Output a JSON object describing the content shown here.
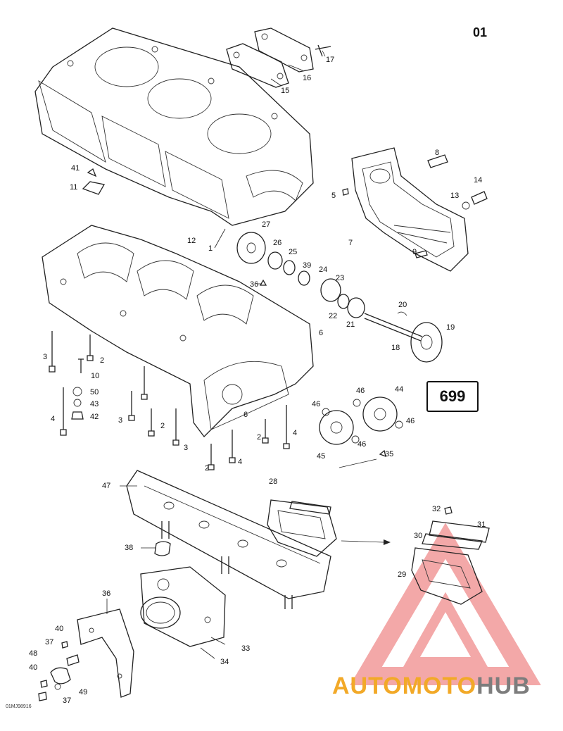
{
  "page_number": "01",
  "box_label": "699",
  "drawing_code": "01MJ98916",
  "watermark": {
    "part1": "AUTO",
    "part2": "MOTO",
    "part3": "HUB",
    "color_main": "#f2a928",
    "color_grey": "#7d7d7d",
    "triangle_color": "#f08c8c"
  },
  "callouts": [
    {
      "id": "c1",
      "text": "1"
    },
    {
      "id": "c2a",
      "text": "2"
    },
    {
      "id": "c2b",
      "text": "2"
    },
    {
      "id": "c2c",
      "text": "2"
    },
    {
      "id": "c2d",
      "text": "2"
    },
    {
      "id": "c3a",
      "text": "3"
    },
    {
      "id": "c3b",
      "text": "3"
    },
    {
      "id": "c3c",
      "text": "3"
    },
    {
      "id": "c4a",
      "text": "4"
    },
    {
      "id": "c4b",
      "text": "4"
    },
    {
      "id": "c4c",
      "text": "4"
    },
    {
      "id": "c5",
      "text": "5"
    },
    {
      "id": "c6a",
      "text": "6"
    },
    {
      "id": "c6b",
      "text": "6"
    },
    {
      "id": "c7",
      "text": "7"
    },
    {
      "id": "c8",
      "text": "8"
    },
    {
      "id": "c9",
      "text": "9"
    },
    {
      "id": "c10",
      "text": "10"
    },
    {
      "id": "c11",
      "text": "11"
    },
    {
      "id": "c12",
      "text": "12"
    },
    {
      "id": "c13",
      "text": "13"
    },
    {
      "id": "c14",
      "text": "14"
    },
    {
      "id": "c15",
      "text": "15"
    },
    {
      "id": "c16",
      "text": "16"
    },
    {
      "id": "c17",
      "text": "17"
    },
    {
      "id": "c18",
      "text": "18"
    },
    {
      "id": "c19",
      "text": "19"
    },
    {
      "id": "c20",
      "text": "20"
    },
    {
      "id": "c21",
      "text": "21"
    },
    {
      "id": "c22",
      "text": "22"
    },
    {
      "id": "c23",
      "text": "23"
    },
    {
      "id": "c24",
      "text": "24"
    },
    {
      "id": "c25",
      "text": "25"
    },
    {
      "id": "c26",
      "text": "26"
    },
    {
      "id": "c27",
      "text": "27"
    },
    {
      "id": "c28",
      "text": "28"
    },
    {
      "id": "c29",
      "text": "29"
    },
    {
      "id": "c30",
      "text": "30"
    },
    {
      "id": "c31",
      "text": "31"
    },
    {
      "id": "c32",
      "text": "32"
    },
    {
      "id": "c33",
      "text": "33"
    },
    {
      "id": "c34",
      "text": "34"
    },
    {
      "id": "c35",
      "text": "35"
    },
    {
      "id": "c36a",
      "text": "36"
    },
    {
      "id": "c36b",
      "text": "36"
    },
    {
      "id": "c37a",
      "text": "37"
    },
    {
      "id": "c37b",
      "text": "37"
    },
    {
      "id": "c38",
      "text": "38"
    },
    {
      "id": "c39",
      "text": "39"
    },
    {
      "id": "c40a",
      "text": "40"
    },
    {
      "id": "c40b",
      "text": "40"
    },
    {
      "id": "c41",
      "text": "41"
    },
    {
      "id": "c42",
      "text": "42"
    },
    {
      "id": "c43",
      "text": "43"
    },
    {
      "id": "c44",
      "text": "44"
    },
    {
      "id": "c45",
      "text": "45"
    },
    {
      "id": "c46a",
      "text": "46"
    },
    {
      "id": "c46b",
      "text": "46"
    },
    {
      "id": "c46c",
      "text": "46"
    },
    {
      "id": "c46d",
      "text": "46"
    },
    {
      "id": "c47",
      "text": "47"
    },
    {
      "id": "c48",
      "text": "48"
    },
    {
      "id": "c49",
      "text": "49"
    },
    {
      "id": "c50",
      "text": "50"
    }
  ]
}
